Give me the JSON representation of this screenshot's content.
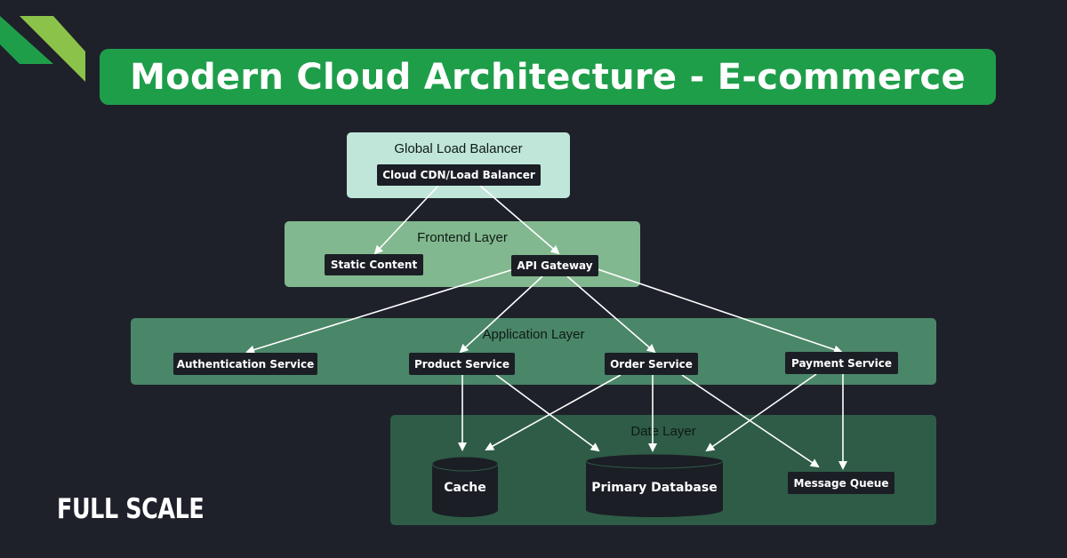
{
  "title": "Modern Cloud Architecture - E-commerce",
  "brand": "FULL SCALE",
  "layers": {
    "global": {
      "label": "Global Load Balancer",
      "node": "Cloud CDN/Load Balancer",
      "color": "#bfe6d9"
    },
    "frontend": {
      "label": "Frontend Layer",
      "nodes": [
        "Static Content",
        "API Gateway"
      ],
      "color": "#82b88f"
    },
    "application": {
      "label": "Application Layer",
      "nodes": [
        "Authentication Service",
        "Product Service",
        "Order Service",
        "Payment Service"
      ],
      "color": "#4a8668"
    },
    "data": {
      "label": "Date Layer",
      "nodes": [
        "Cache",
        "Primary Database",
        "Message Queue"
      ],
      "color": "#2e5c47"
    }
  },
  "colors": {
    "background": "#1e212a",
    "title_banner": "#1f9e4a",
    "node": "#1b1e25",
    "arrow": "#ffffff",
    "accent_green": "#8bc34a"
  }
}
